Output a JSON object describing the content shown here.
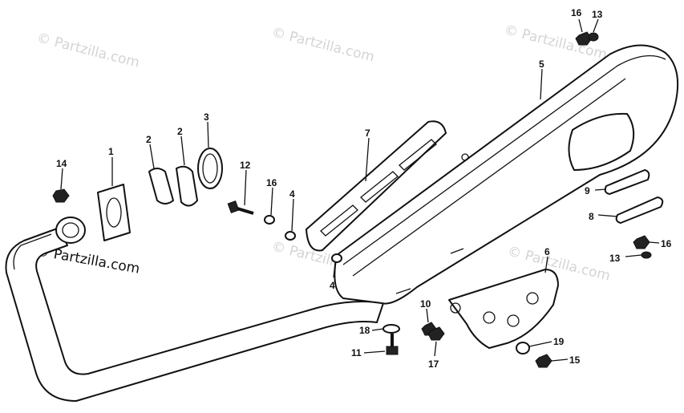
{
  "watermarks": {
    "faint": "© Partzilla.com",
    "strong": "© Partzilla.com"
  },
  "callouts": {
    "p1": "1",
    "p2a": "2",
    "p2b": "2",
    "p3": "3",
    "p4a": "4",
    "p4b": "4",
    "p5": "5",
    "p6": "6",
    "p7": "7",
    "p8": "8",
    "p9": "9",
    "p10": "10",
    "p11": "11",
    "p12": "12",
    "p13a": "13",
    "p13b": "13",
    "p14": "14",
    "p15": "15",
    "p16a": "16",
    "p16b": "16",
    "p16c": "16",
    "p17": "17",
    "p18": "18",
    "p19": "19"
  }
}
